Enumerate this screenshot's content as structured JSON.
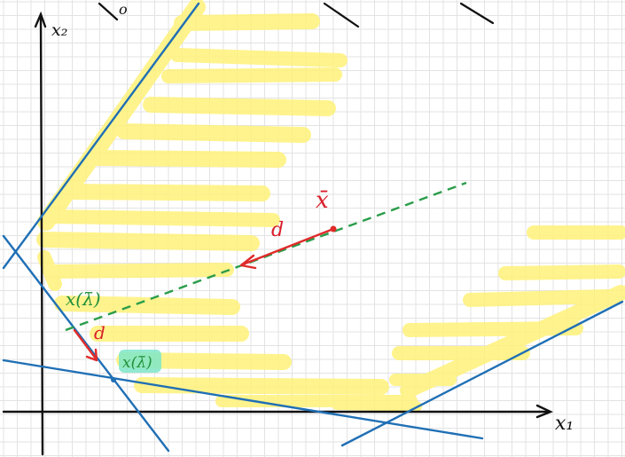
{
  "axes": {
    "x_label": "x₁",
    "y_label": "x₂"
  },
  "labels": {
    "x_bar": "x̄",
    "d_upper": "d",
    "d_lower": "d",
    "x_lambda_bar_upper": "x(λ̄)",
    "x_lambda_bar_lower": "x(λ̄)",
    "corner_mark": "o"
  },
  "colors": {
    "background": "#ffffff",
    "grid": "#e3e3e3",
    "axes": "#111111",
    "constraint_lines": "#1f6fb5",
    "feasible_region_highlight": "#fff27a",
    "ray": "#2a9d4a",
    "direction_arrow": "#e02a2a",
    "label_green": "#1f8f3a",
    "label_red": "#d91f2a",
    "label_highlight": "#7ee6c8"
  }
}
